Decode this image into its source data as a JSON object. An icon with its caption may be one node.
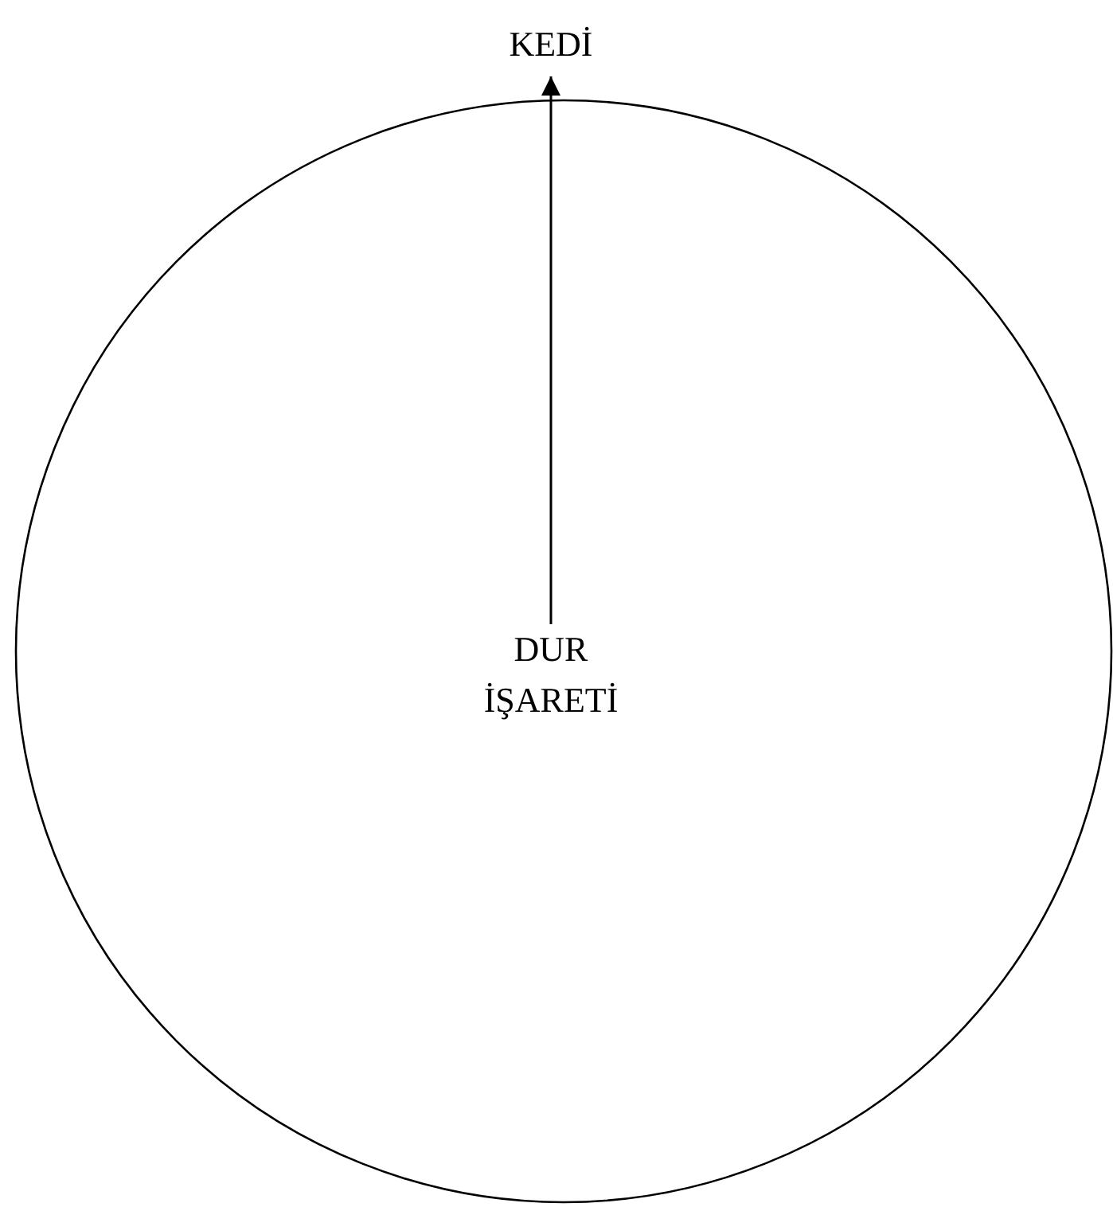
{
  "diagram": {
    "nodes": [
      {
        "text": [],
        "shape": "circle"
      },
      {
        "text": [
          "KEDİ"
        ]
      },
      {
        "text": [
          "DUR İŞARETİ"
        ],
        "in": 0
      }
    ],
    "edges": [
      {
        "from": 2,
        "to": 1,
        "arrow": "to"
      }
    ]
  }
}
